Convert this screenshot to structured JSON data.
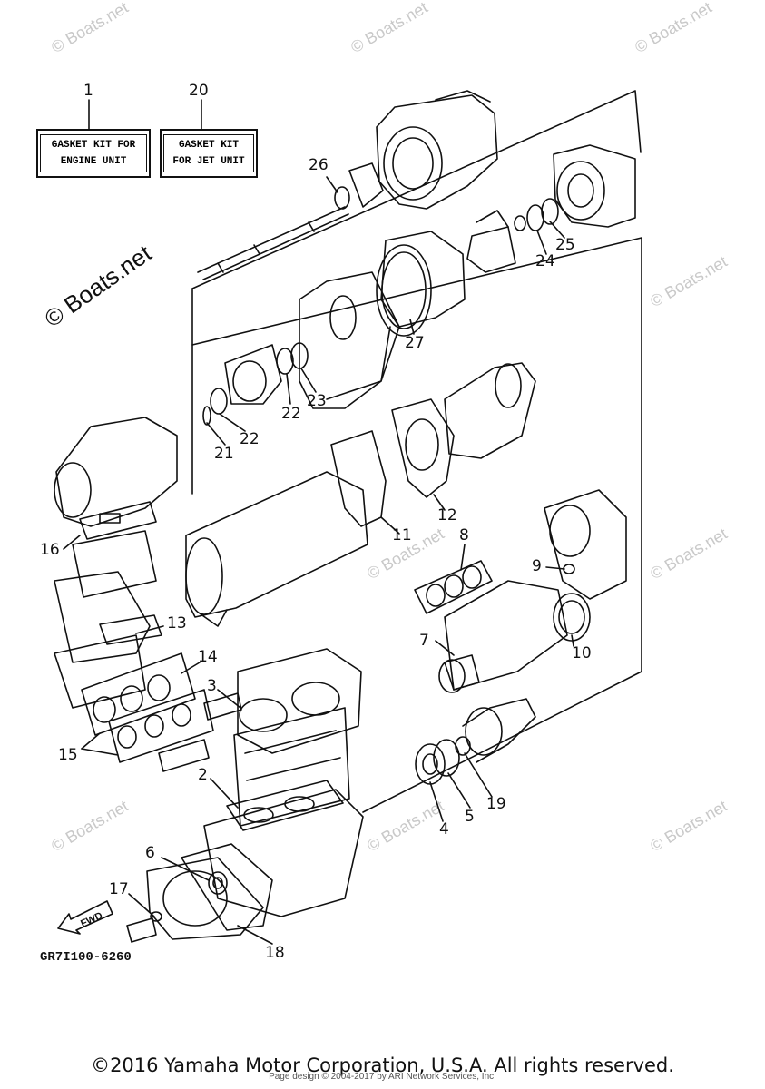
{
  "watermark": {
    "text": "© Boats.net",
    "big_text": "© Boats.net"
  },
  "kits": [
    {
      "number": "1",
      "line1": "GASKET KIT FOR",
      "line2": "ENGINE UNIT"
    },
    {
      "number": "20",
      "line1": "GASKET KIT",
      "line2": "FOR JET UNIT"
    }
  ],
  "callouts": [
    "26",
    "25",
    "24",
    "27",
    "23",
    "22",
    "22",
    "21",
    "11",
    "12",
    "16",
    "8",
    "9",
    "13",
    "7",
    "10",
    "14",
    "3",
    "15",
    "2",
    "4",
    "5",
    "19",
    "6",
    "17",
    "18"
  ],
  "fwd_label": "FWD",
  "diagram_code": "GR7I100-6260",
  "copyright": "©2016 Yamaha Motor Corporation, U.S.A. All rights reserved.",
  "page_design": "Page design © 2004-2017 by ARI Network Services, Inc."
}
